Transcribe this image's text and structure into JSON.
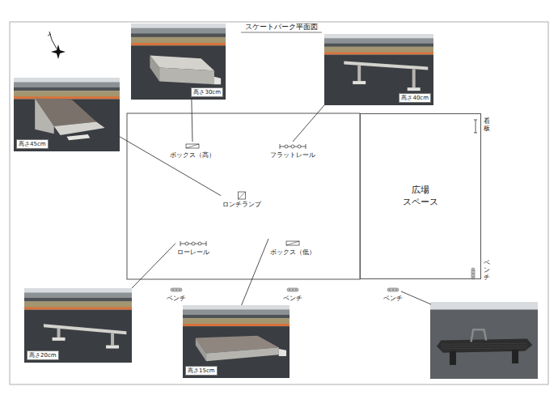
{
  "diagram": {
    "title": "スケートパーク平面図",
    "nodes": [
      {
        "text": [
          "高さ30cm"
        ]
      },
      {
        "text": [
          "ボックス（高）"
        ]
      },
      {
        "text": [
          "高さ40cm"
        ]
      },
      {
        "text": [
          "フラットレール"
        ]
      },
      {
        "text": [
          "高さ45cm"
        ]
      },
      {
        "text": [
          "ロンチランプ"
        ]
      },
      {
        "text": [
          "広場 スペース"
        ]
      },
      {
        "text": [
          "高さ20cm"
        ]
      },
      {
        "text": [
          "ローレール"
        ]
      },
      {
        "text": [
          "ボックス（低）"
        ]
      },
      {
        "text": [
          "高さ15cm"
        ]
      }
    ],
    "edges": [
      {
        "from": 0,
        "to": 1,
        "arrow": "none"
      },
      {
        "from": 2,
        "to": 3,
        "arrow": "none"
      },
      {
        "from": 4,
        "to": 5,
        "arrow": "none"
      },
      {
        "from": 7,
        "to": 8,
        "arrow": "none"
      },
      {
        "from": 10,
        "to": 9,
        "arrow": "none"
      }
    ],
    "labels": [
      "看板",
      "ベンチ",
      "ベンチ",
      "ベンチ",
      "ベンチ"
    ]
  }
}
